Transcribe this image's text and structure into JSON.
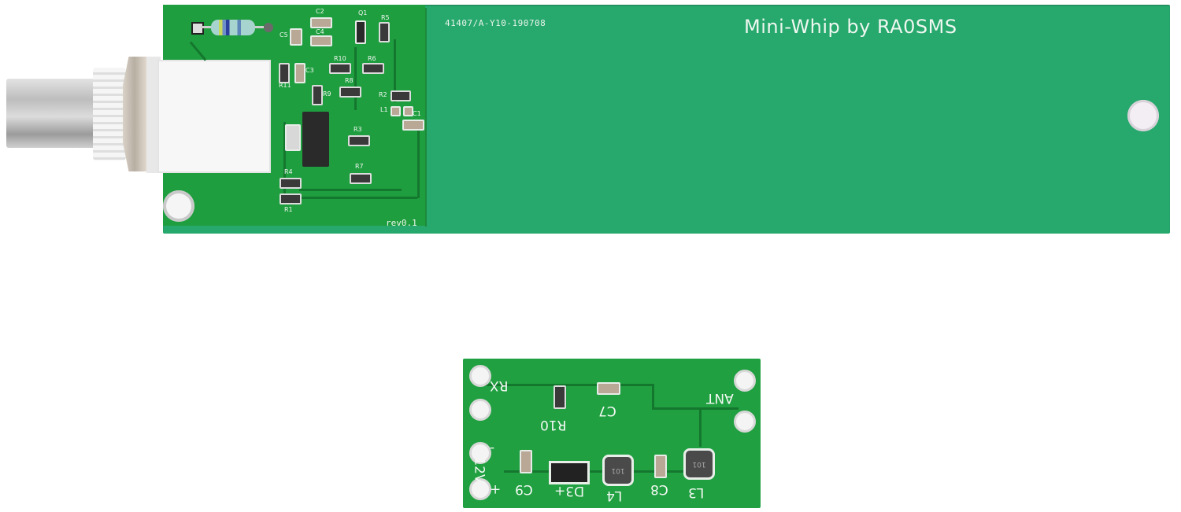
{
  "main_board": {
    "title": "Mini-Whip by RA0SMS",
    "code": "41407/A-Y10-190708",
    "revision": "rev0.1",
    "colors": {
      "antenna_area": "#27a86d",
      "circuit_area": "#1f9e3f"
    },
    "component_labels": [
      "C2",
      "C4",
      "C5",
      "Q1",
      "R5",
      "R10",
      "R6",
      "R8",
      "R11",
      "C3",
      "R9",
      "R2",
      "L1",
      "C1",
      "R3",
      "R7",
      "R4",
      "R1"
    ]
  },
  "connector": {
    "type": "BNC"
  },
  "small_board": {
    "labels": {
      "rx": "RX",
      "ant": "ANT",
      "minus": "-",
      "voltage": "12V",
      "plus": "+"
    },
    "components": {
      "r10": "R10",
      "c7": "C7",
      "c9": "C9",
      "d3": "D3+",
      "l4": "L4",
      "c8": "C8",
      "l3": "L3"
    },
    "inductor_marking": "101"
  }
}
